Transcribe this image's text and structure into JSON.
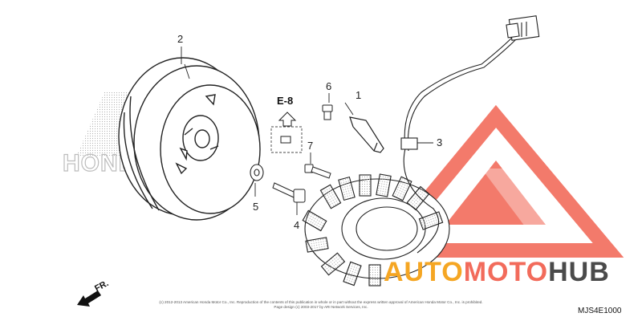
{
  "diagram": {
    "callouts": [
      "1",
      "2",
      "3",
      "4",
      "5",
      "6",
      "7"
    ],
    "reference_label": "E-8",
    "front_label": "FR.",
    "diagram_code": "MJS4E1000",
    "copyright": "(c) 2012-2013 American Honda Motor Co., Inc. Reproduction of the contents of this publication in whole or in part without the express written approval of American Honda Motor Co., Inc. is prohibited.",
    "copyright_line2": "Page design (c) 2003-2017 by ARI Network Services, Inc."
  },
  "watermark": {
    "brand_left": "HONDA",
    "word_part1": "AUTO",
    "word_part2": "MOTO",
    "word_part3": "HUB",
    "color_orange": "#f5a623",
    "color_red": "#f26b5b",
    "color_grey": "#4a4a4a"
  }
}
